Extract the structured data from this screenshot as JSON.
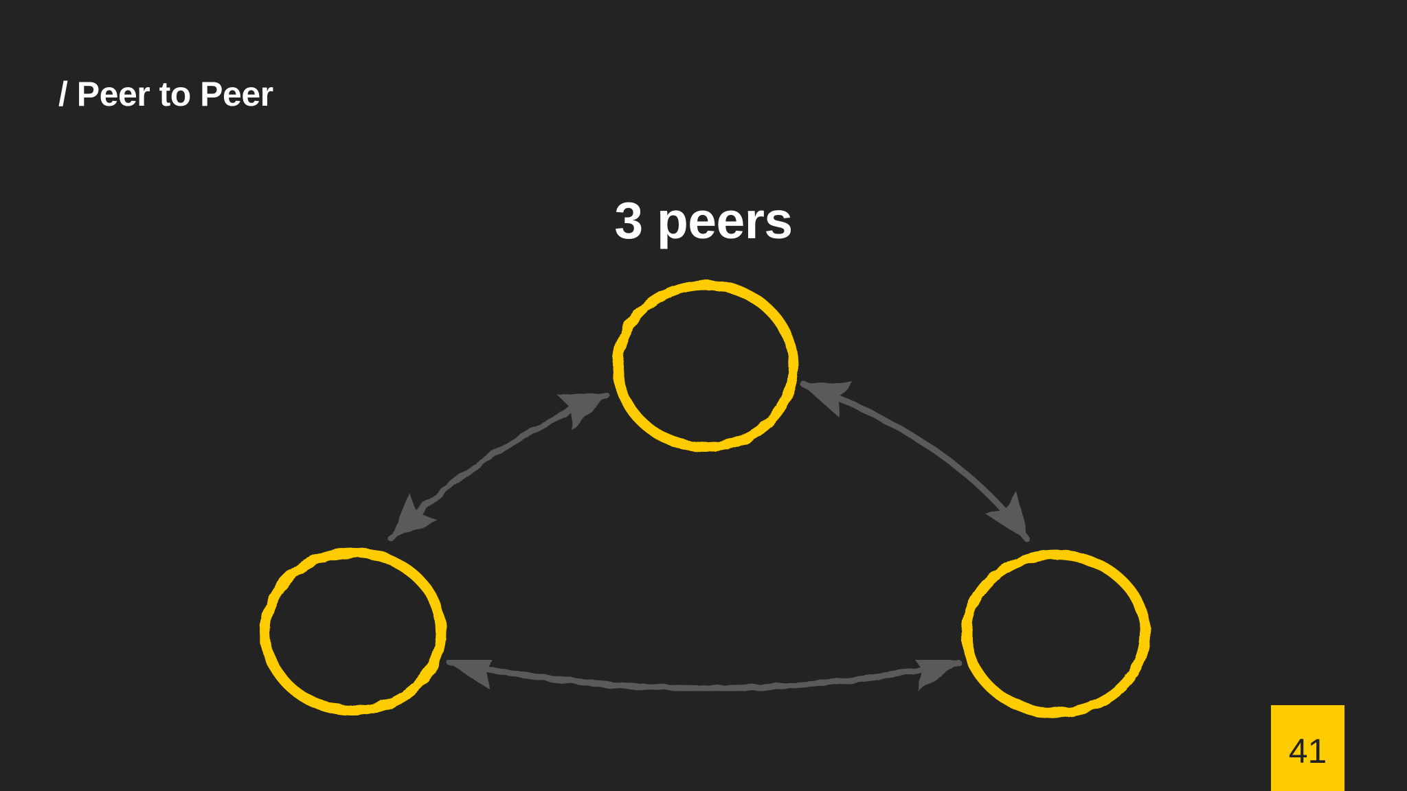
{
  "slide": {
    "breadcrumb": "/ Peer to Peer",
    "title": "3 peers",
    "page_number": "41"
  },
  "diagram": {
    "nodes": [
      "peer-top",
      "peer-bottom-left",
      "peer-bottom-right"
    ],
    "connections": [
      {
        "from": "peer-top",
        "to": "peer-bottom-left",
        "bidirectional": true
      },
      {
        "from": "peer-top",
        "to": "peer-bottom-right",
        "bidirectional": true
      },
      {
        "from": "peer-bottom-left",
        "to": "peer-bottom-right",
        "bidirectional": true
      }
    ]
  },
  "colors": {
    "background": "#232323",
    "node_stroke": "#ffcc00",
    "arrow": "#5a5a5a",
    "text": "#ffffff",
    "badge": "#ffcc00"
  }
}
